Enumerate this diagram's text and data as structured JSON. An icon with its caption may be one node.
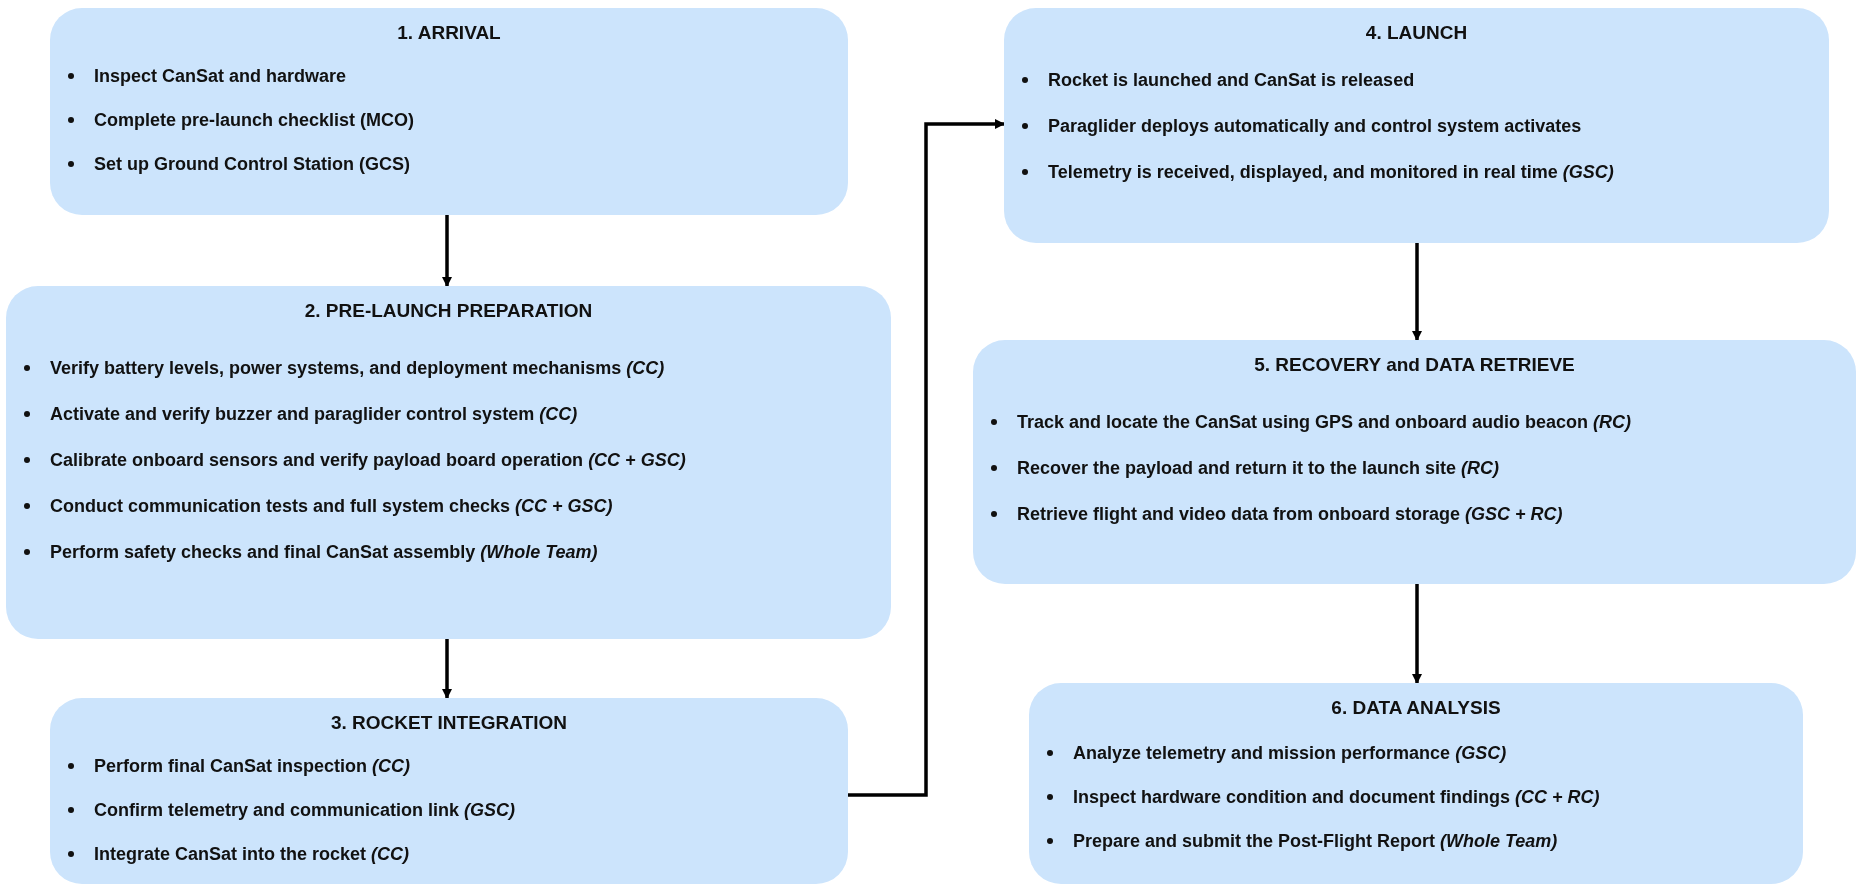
{
  "diagram": {
    "nodes": [
      {
        "text": [
          "1. ARRIVAL",
          "Inspect CanSat and hardware",
          "Complete pre-launch checklist (MCO)",
          "Set up Ground Control Station (GCS)"
        ]
      },
      {
        "text": [
          "2. PRE-LAUNCH PREPARATION",
          "Verify battery levels, power systems, and deployment mechanisms *(CC)*",
          "Activate and verify buzzer and paraglider control system *(CC)*",
          "Calibrate onboard sensors and verify payload board operation *(CC + GSC)*",
          "Conduct communication tests and full system checks *(CC + GSC)*",
          "Perform safety checks and final CanSat assembly *(Whole Team)*"
        ]
      },
      {
        "text": [
          "3. ROCKET INTEGRATION",
          "Perform final CanSat inspection *(CC)*",
          "Confirm telemetry and communication link *(GSC)*",
          "Integrate CanSat into the rocket *(CC)*"
        ]
      },
      {
        "text": [
          "4. LAUNCH",
          "Rocket is launched and CanSat is released",
          "Paraglider deploys automatically and control system activates",
          "Telemetry is received, displayed, and monitored in real time *(GSC)*"
        ]
      },
      {
        "text": [
          "5. RECOVERY and DATA RETRIEVE",
          "Track and locate the CanSat using GPS and onboard audio beacon *(RC)*",
          "Recover the payload and return it to the launch site *(RC)*",
          "Retrieve flight and video data from onboard storage *(GSC + RC)*"
        ]
      },
      {
        "text": [
          "6. DATA ANALYSIS",
          "Analyze telemetry and mission performance *(GSC)*",
          "Inspect hardware condition and document findings *(CC + RC)*",
          "Prepare and submit the Post-Flight Report *(Whole Team)*"
        ]
      }
    ],
    "edges": [
      {
        "from": 0,
        "to": 1,
        "arrow": "to"
      },
      {
        "from": 1,
        "to": 2,
        "arrow": "to"
      },
      {
        "from": 2,
        "to": 3,
        "arrow": "to"
      },
      {
        "from": 3,
        "to": 4,
        "arrow": "to"
      },
      {
        "from": 4,
        "to": 5,
        "arrow": "to"
      }
    ]
  }
}
